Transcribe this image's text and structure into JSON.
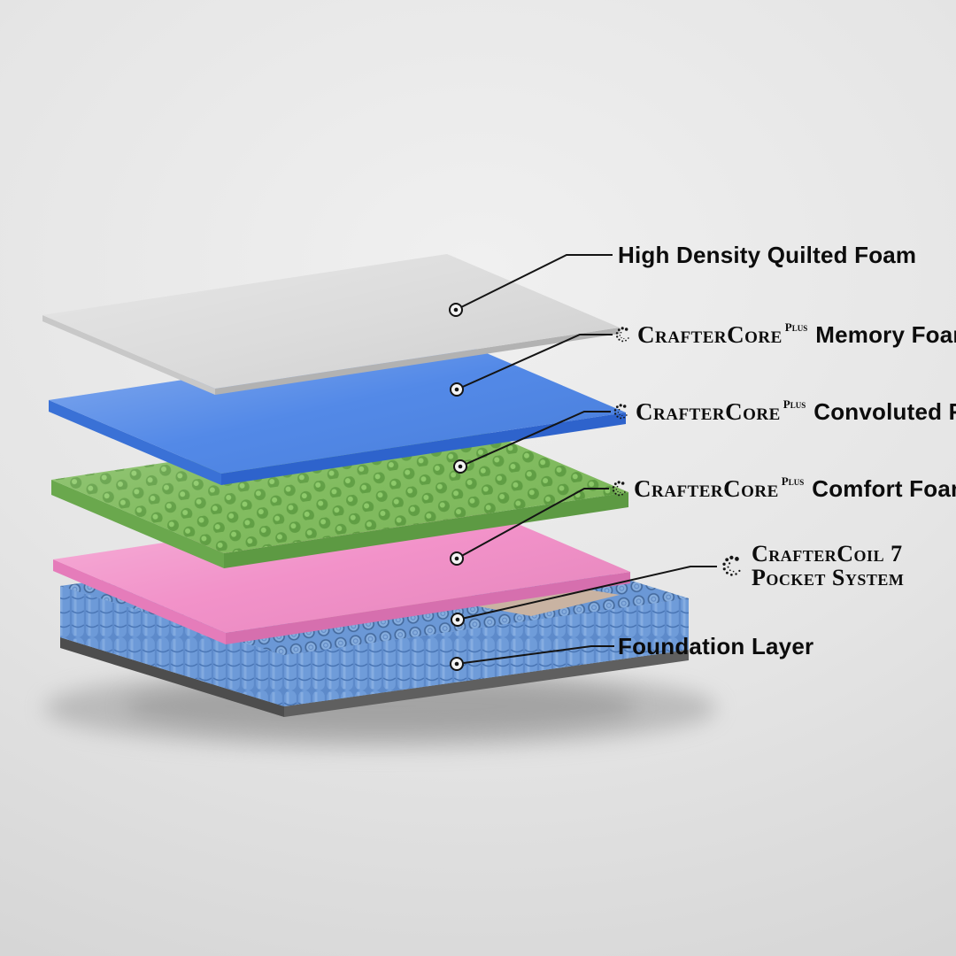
{
  "page": {
    "type": "mattress-layer-diagram"
  },
  "background": {
    "light": "#f0f0f0",
    "mid": "#e5e5e5",
    "dark": "#cecece"
  },
  "line_color": "#141414",
  "text_color": "#0c0c0c",
  "icons": {
    "brand_logo": "dotted-swirl-monogram"
  },
  "layers": [
    {
      "id": "quilted-foam",
      "label": "High Density Quilted Foam",
      "top_color": "#dadada",
      "edge_color": "#b2b2b2",
      "left_color": "#c8c8c8"
    },
    {
      "id": "memory-foam",
      "brand": "CrafterCore",
      "tier": "Plus",
      "label": "Memory Foam",
      "top_color": "#4a83e6",
      "edge_color": "#2e63cc",
      "left_color": "#3a71d6"
    },
    {
      "id": "convoluted-foam",
      "brand": "CrafterCore",
      "tier": "Plus",
      "label": "Convoluted Foam",
      "top_color": "#7eba5b",
      "edge_color": "#5d9a43",
      "left_color": "#6aa84d"
    },
    {
      "id": "comfort-foam",
      "brand": "CrafterCore",
      "tier": "Plus",
      "label": "Comfort Foam",
      "top_color": "#f18cc6",
      "edge_color": "#d66fae",
      "left_color": "#e57cba"
    },
    {
      "id": "pocket-coil",
      "brand_line1": "CrafterCoil 7",
      "brand_line2": "Pocket System",
      "top_color": "#6b98d6",
      "front_color": "#5d8aca",
      "fabric_color": "#c9b3a2"
    },
    {
      "id": "foundation",
      "label": "Foundation Layer",
      "front_color": "#5f5f5f",
      "left_color": "#4d4d4d"
    }
  ]
}
